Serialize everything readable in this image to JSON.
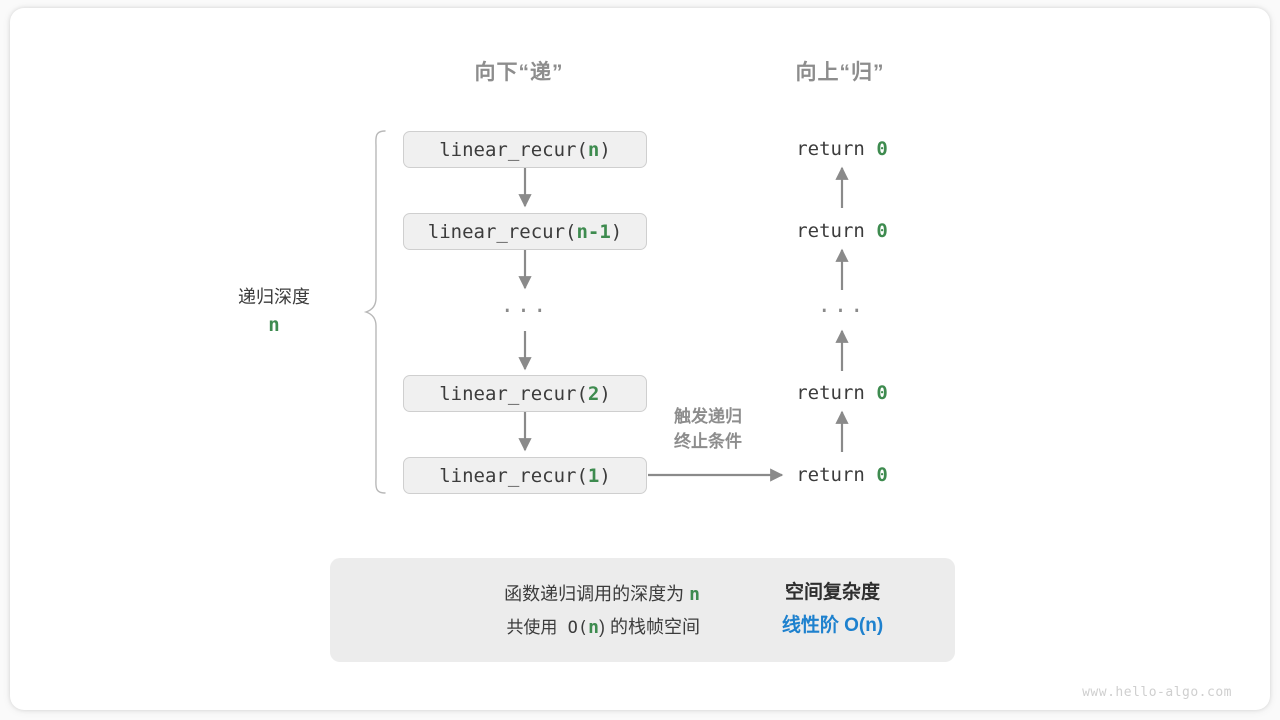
{
  "diagram": {
    "headers": {
      "down": "向下“递”",
      "up": "向上“归”"
    },
    "call_stack": [
      {
        "prefix": "linear_recur(",
        "arg": "n",
        "suffix": ")"
      },
      {
        "prefix": "linear_recur(",
        "arg": "n-1",
        "suffix": ")"
      },
      {
        "ellipsis": "···"
      },
      {
        "prefix": "linear_recur(",
        "arg": "2",
        "suffix": ")"
      },
      {
        "prefix": "linear_recur(",
        "arg": "1",
        "suffix": ")"
      }
    ],
    "returns": [
      {
        "text": "return ",
        "value": "0"
      },
      {
        "text": "return ",
        "value": "0"
      },
      {
        "ellipsis": "···"
      },
      {
        "text": "return ",
        "value": "0"
      },
      {
        "text": "return ",
        "value": "0"
      }
    ],
    "depth_label": {
      "title": "递归深度",
      "value": "n"
    },
    "terminate_label": {
      "line1": "触发递归",
      "line2": "终止条件"
    },
    "summary": {
      "left_line1_pre": "函数递归调用的深度为 ",
      "left_line1_hl": "n",
      "left_line2_pre": "共使用 O(",
      "left_line2_hl": "n",
      "left_line2_post": ") 的栈帧空间",
      "right_title": "空间复杂度",
      "right_value": "线性阶 O(n)"
    },
    "watermark": "www.hello-algo.com",
    "colors": {
      "highlight_green": "#3e8b4f",
      "complexity_blue": "#1e81ce",
      "arrow_gray": "#8a8a8a",
      "box_fill": "#f0f0f0",
      "panel_fill": "#ececec",
      "header_gray": "#8d8d8d"
    }
  }
}
